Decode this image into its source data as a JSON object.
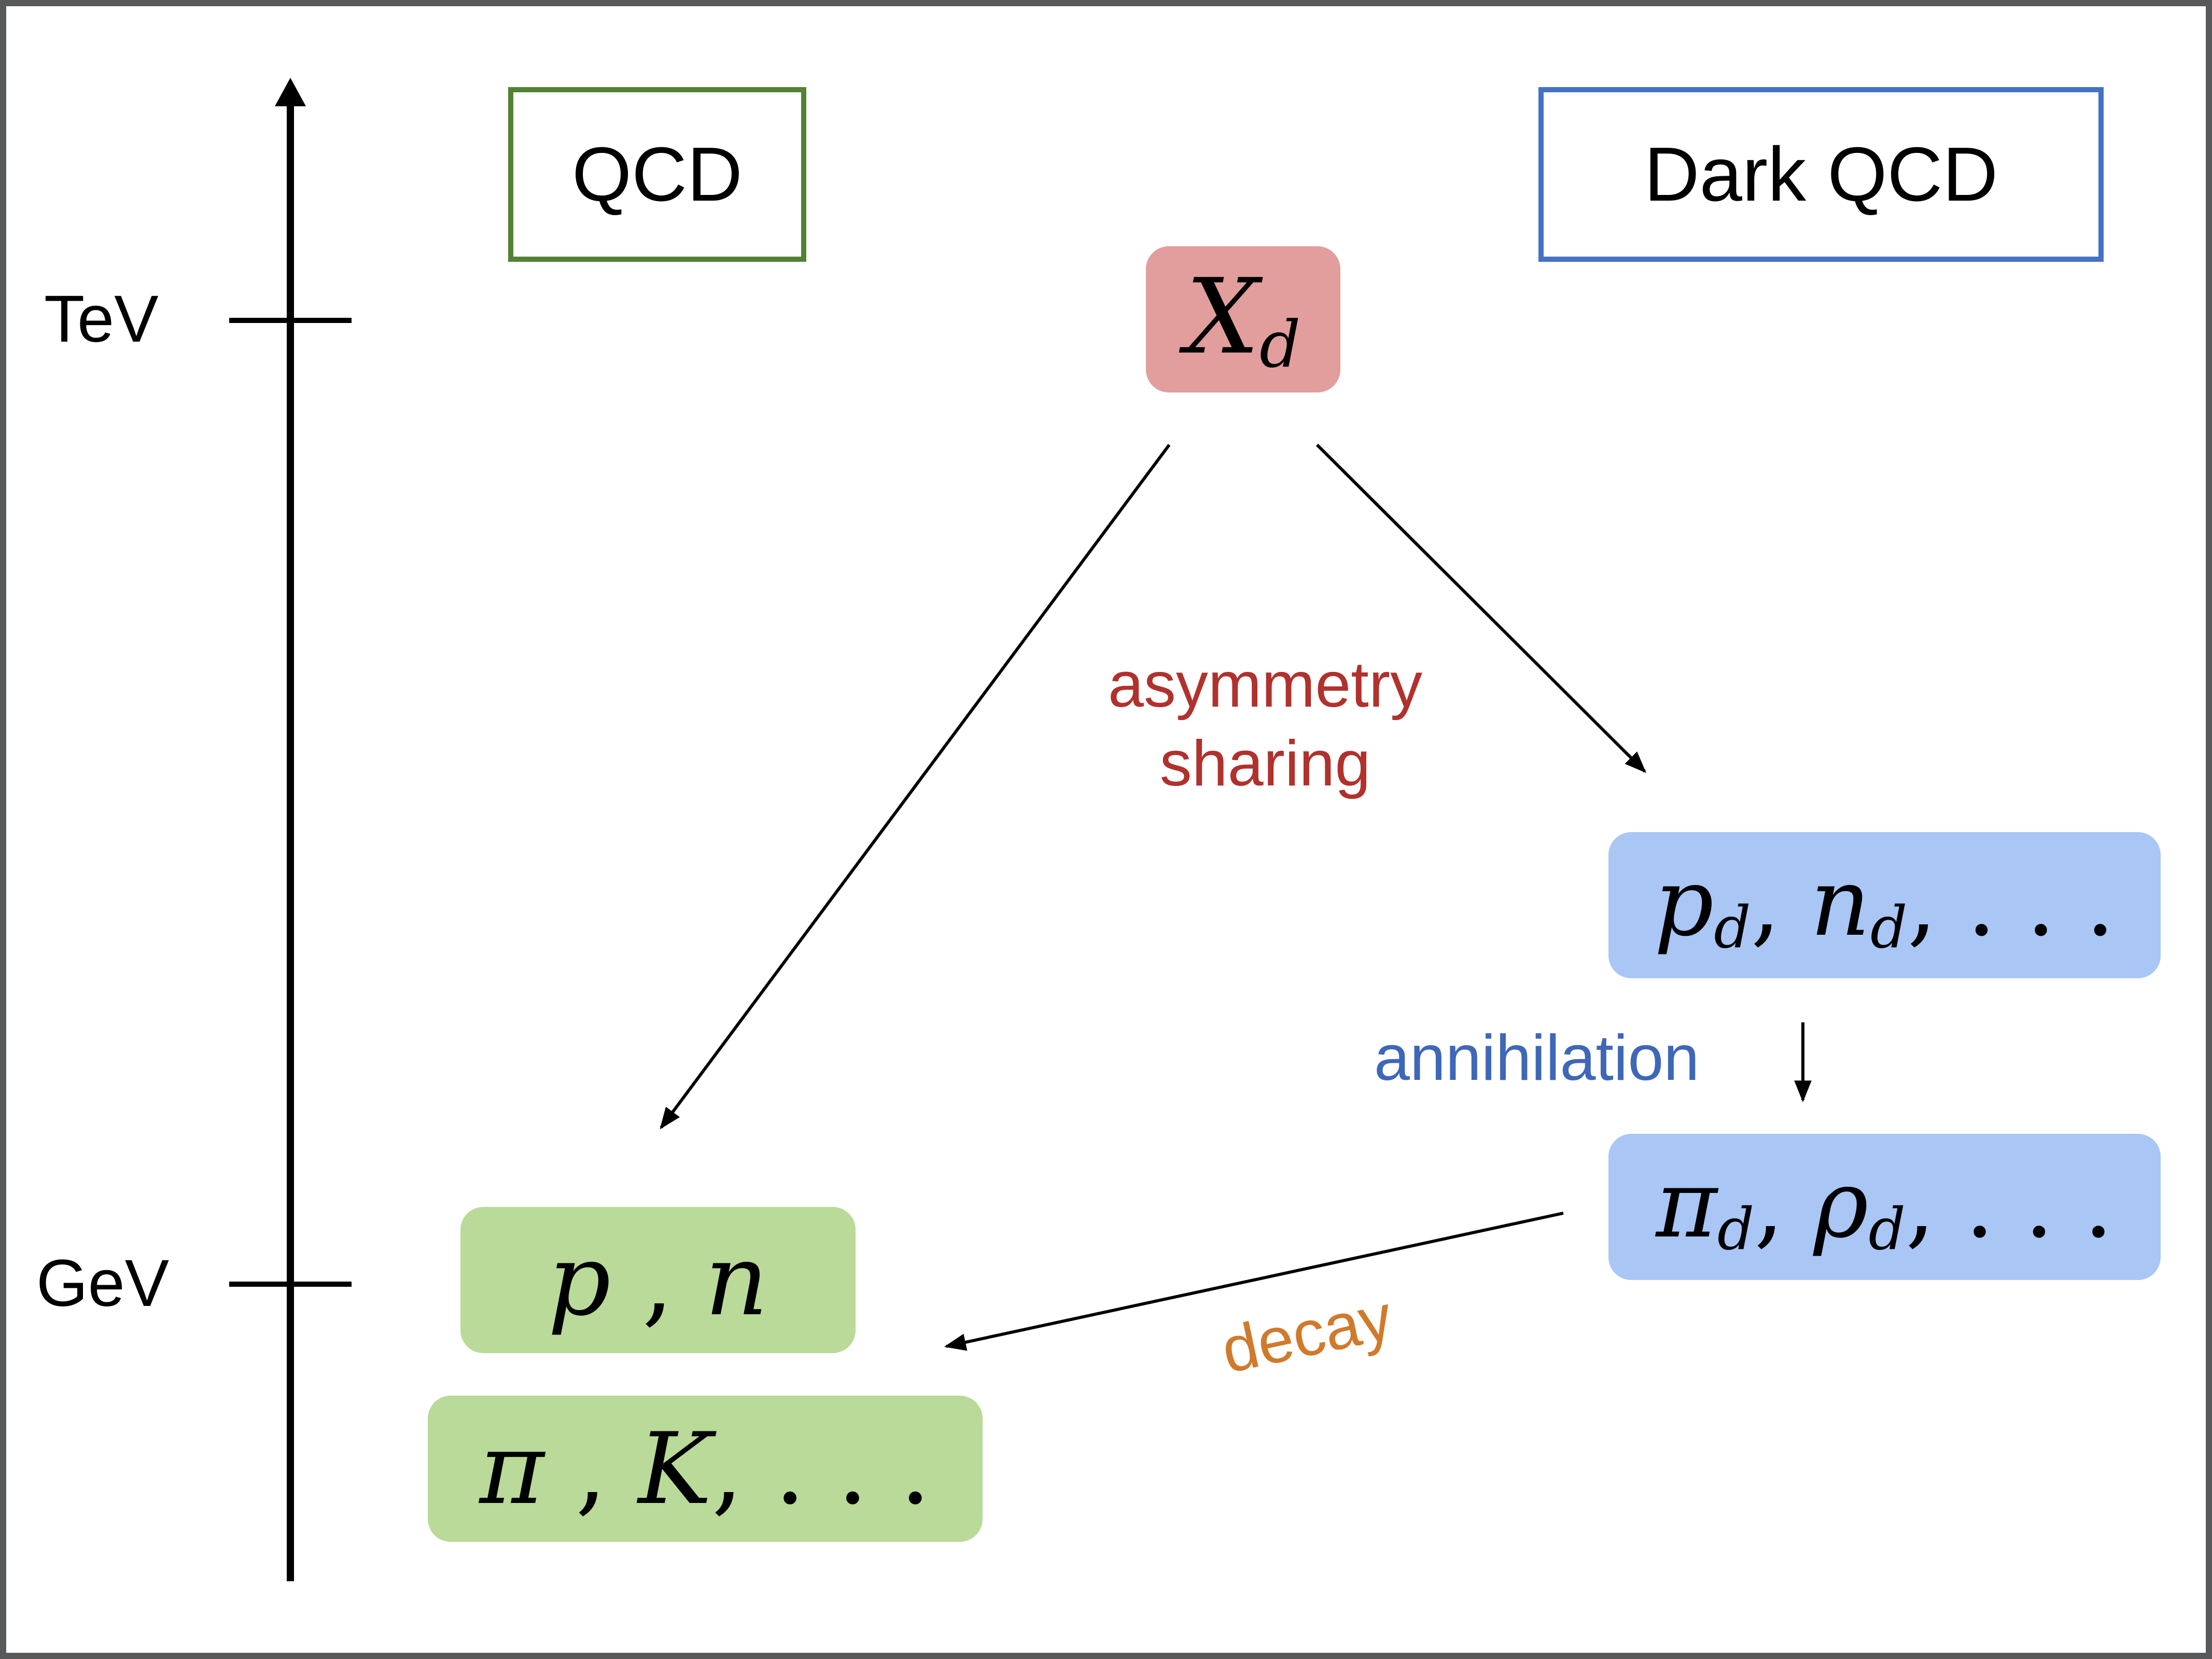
{
  "axis": {
    "tick_top_label": "TeV",
    "tick_bottom_label": "GeV"
  },
  "headers": {
    "qcd": "QCD",
    "dark_qcd": "Dark QCD"
  },
  "nodes": {
    "xd": {
      "main": "X",
      "sub": "d"
    },
    "dark_baryons": {
      "a": "p",
      "a_sub": "d",
      "b": "n",
      "b_sub": "d",
      "tail": ", . . ."
    },
    "dark_mesons": {
      "a": "π",
      "a_sub": "d",
      "b": "ρ",
      "b_sub": "d",
      "tail": ", . . ."
    },
    "baryons": {
      "a": "p",
      "b": "n"
    },
    "mesons": {
      "a": "π",
      "b": "K",
      "tail": ", . . ."
    }
  },
  "labels": {
    "asymmetry_line1": "asymmetry",
    "asymmetry_line2": "sharing",
    "annihilation": "annihilation",
    "decay": "decay"
  },
  "colors": {
    "qcd_border": "#538135",
    "dark_qcd_border": "#4472c4",
    "xd_fill": "#e29d9d",
    "dark_fill": "#a9c6f5",
    "qcd_fill": "#b9da98",
    "asymmetry_text": "#b0312d",
    "annihilation_text": "#3f67b8",
    "decay_text": "#d07a2c"
  }
}
